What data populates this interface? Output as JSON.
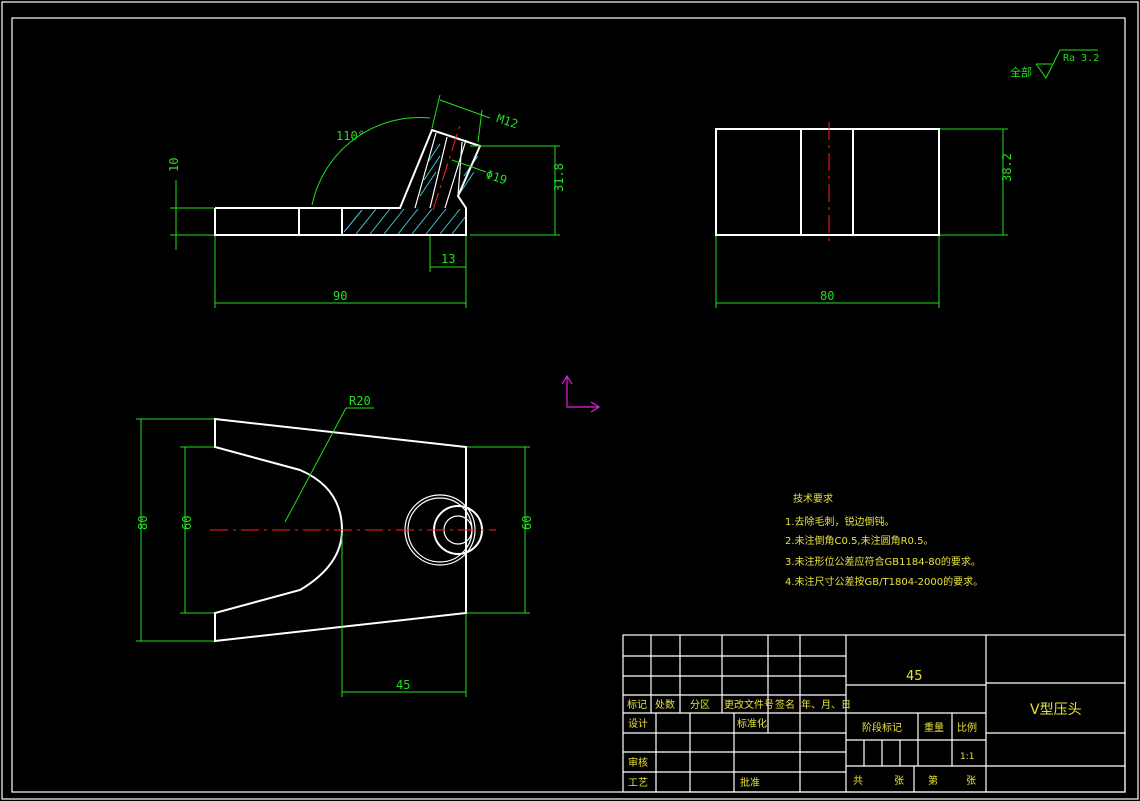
{
  "drawing": {
    "frame_color": "#ffffff",
    "dim_color": "#22e01b",
    "center_color": "#ff2020",
    "text_color": "#e8e13a"
  },
  "surface_finish": {
    "prefix": "全部",
    "value": "Ra 3.2"
  },
  "front_view": {
    "angle": "110°",
    "thread": "M12",
    "bore": "Φ19",
    "height_small": "10",
    "height_total": "31.8",
    "offset": "13",
    "length": "90"
  },
  "side_view": {
    "height": "38.2",
    "width": "80"
  },
  "top_view": {
    "radius": "R20",
    "overall_width": "80",
    "inner_width": "60",
    "right_width": "60",
    "offset": "45"
  },
  "tech_requirements": {
    "title": "技术要求",
    "items": [
      "1.去除毛刺，锐边倒钝。",
      "2.未注倒角C0.5,未注圆角R0.5。",
      "3.未注形位公差应符合GB1184-80的要求。",
      "4.未注尺寸公差按GB/T1804-2000的要求。"
    ]
  },
  "title_block": {
    "material": "45",
    "part_name": "V型压头",
    "rev_headers": [
      "标记",
      "处数",
      "分区",
      "更改文件号",
      "签名",
      "年、月、日"
    ],
    "design": "设计",
    "standardize": "标准化",
    "review": "审核",
    "process": "工艺",
    "approve": "批准",
    "stage_mark": "阶段标记",
    "weight": "重量",
    "scale": "比例",
    "scale_value": "1:1",
    "total": "共",
    "sheets": "张",
    "page": "第",
    "sheet2": "张"
  }
}
